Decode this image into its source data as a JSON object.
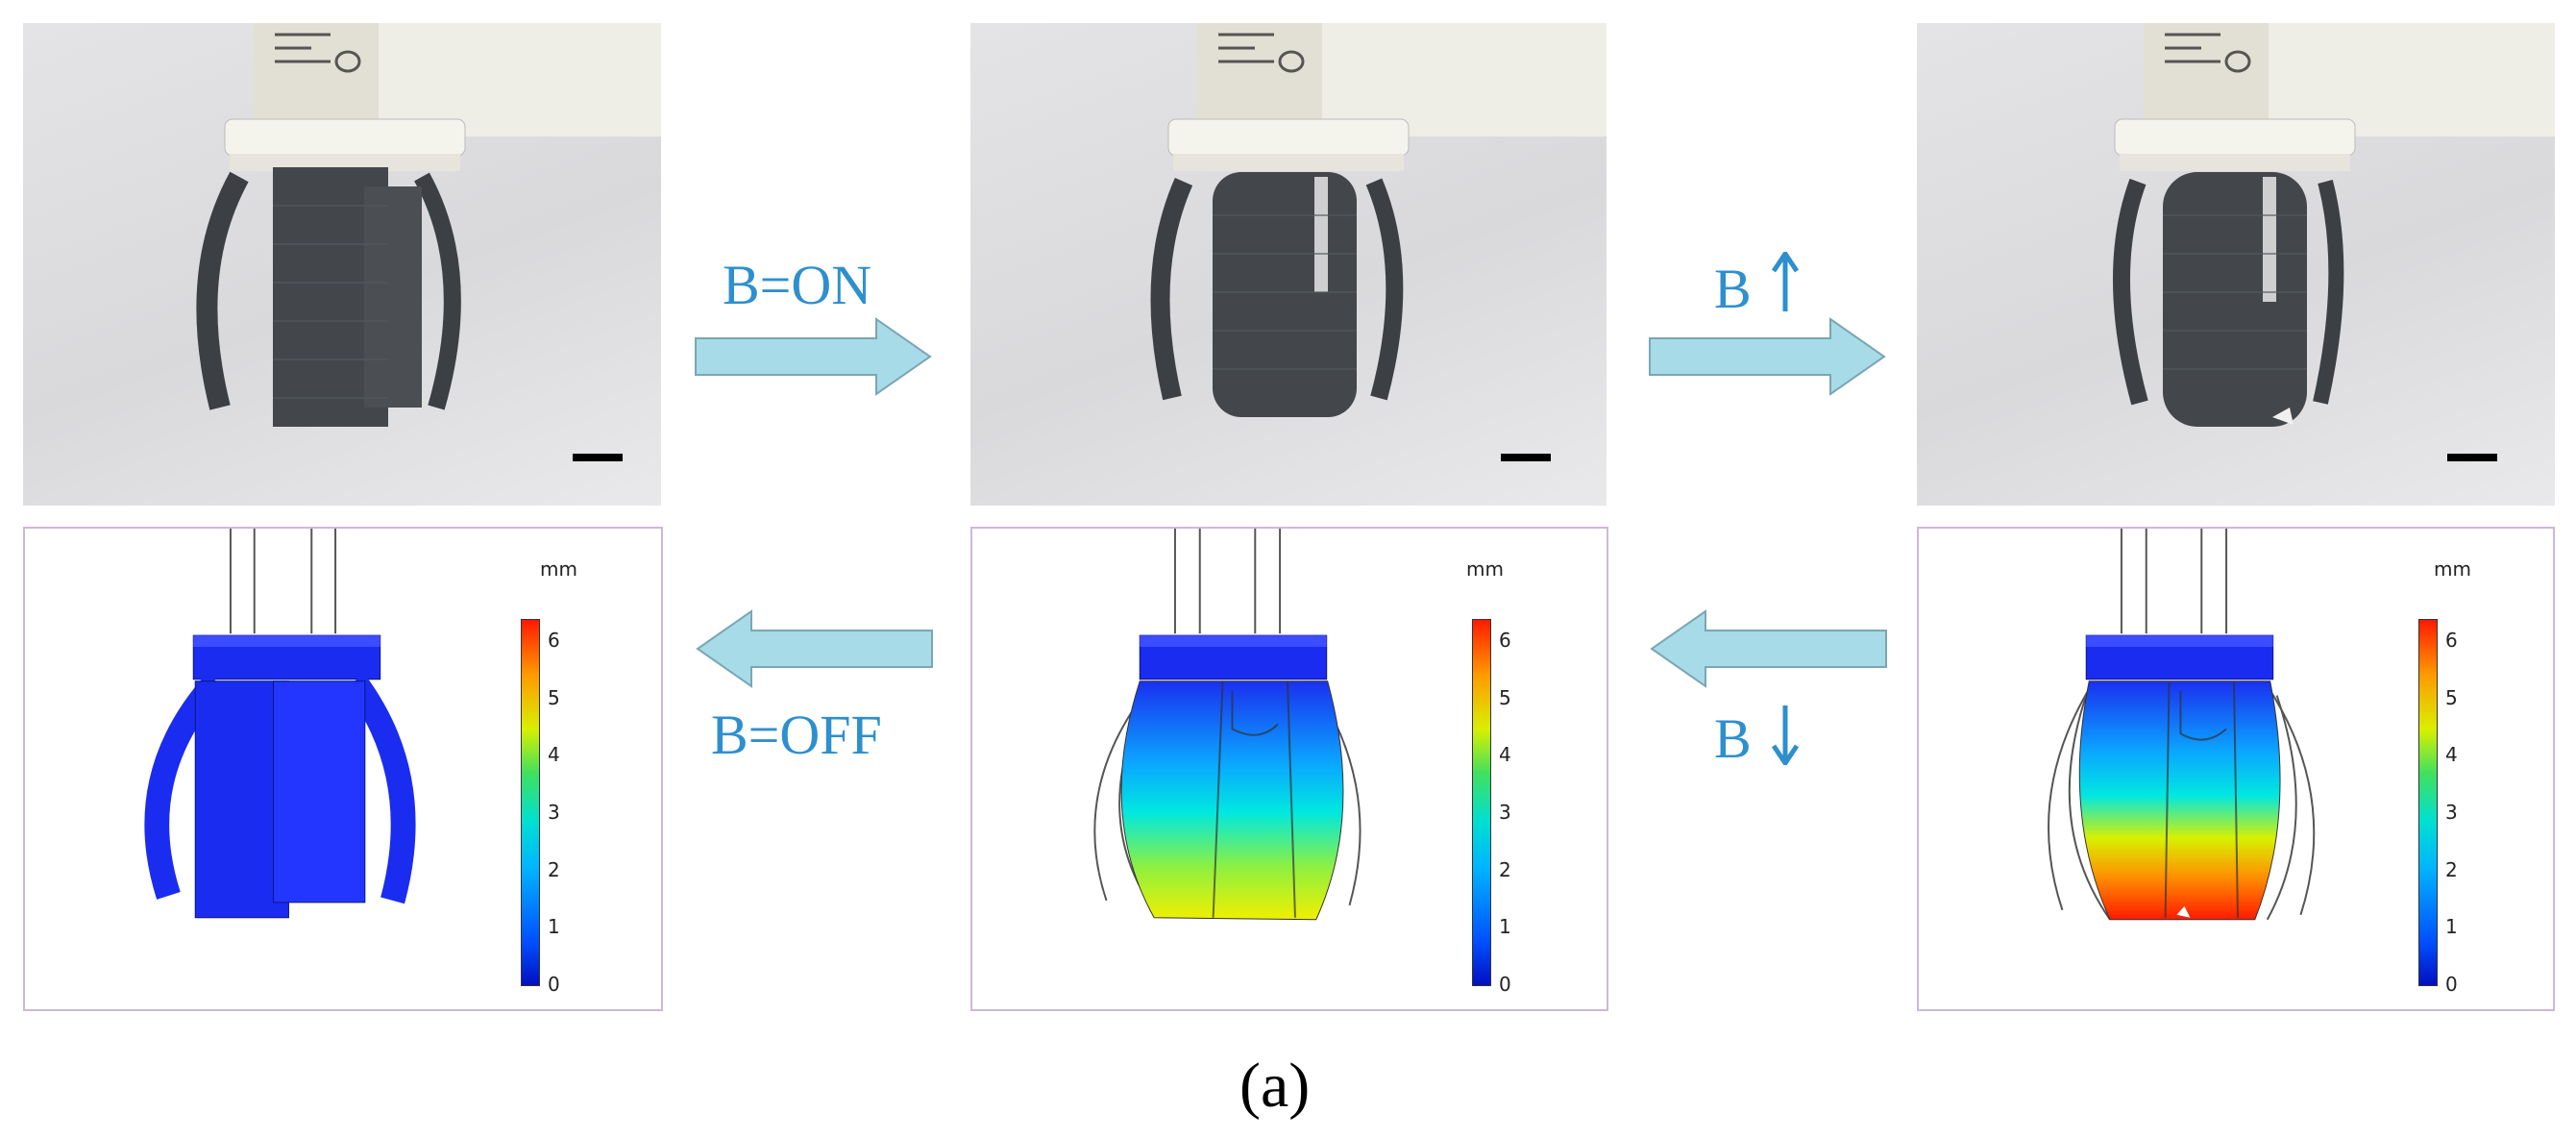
{
  "labels": {
    "on": "B=ON",
    "off": "B=OFF",
    "up": "B",
    "down": "B",
    "caption": "(a)"
  },
  "colorbar": {
    "unit": "mm",
    "ticks": [
      "6",
      "5",
      "4",
      "3",
      "2",
      "1",
      "0"
    ]
  },
  "colors": {
    "label_blue": "#2e8fce",
    "arrow_fill": "#a8dbe8",
    "arrow_stroke": "#7aa6b4",
    "sim_border": "#cdb8d6",
    "gripper_blue": "#1a2cf0"
  }
}
